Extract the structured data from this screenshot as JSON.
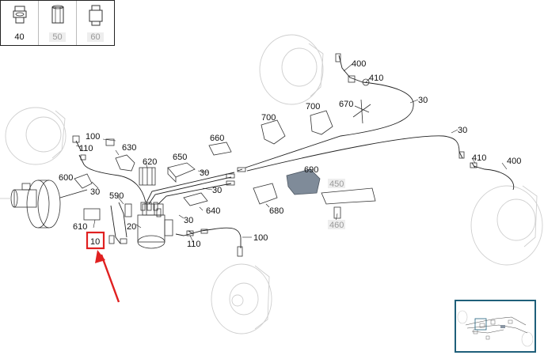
{
  "legend": [
    {
      "label": "40",
      "dim": false,
      "icon": "fitting-icon"
    },
    {
      "label": "50",
      "dim": true,
      "icon": "nut-icon"
    },
    {
      "label": "60",
      "dim": true,
      "icon": "sleeve-icon"
    }
  ],
  "callouts": {
    "c400a": "400",
    "c410a": "410",
    "c30a": "30",
    "c700a": "700",
    "c700b": "700",
    "c670": "670",
    "c660": "660",
    "c100a": "100",
    "c110a": "110",
    "c630": "630",
    "c650": "650",
    "c620": "620",
    "c30b": "30",
    "c30c": "30",
    "c690": "690",
    "c30d": "30",
    "c410b": "410",
    "c400b": "400",
    "c600": "600",
    "c30e": "30",
    "c590": "590",
    "c640": "640",
    "c680": "680",
    "c450": "450",
    "c460": "460",
    "c610": "610",
    "c20": "20",
    "c30f": "30",
    "c100b": "100",
    "c110b": "110",
    "c10": "10"
  },
  "highlight": {
    "label": "10",
    "box_color": "#e02020",
    "arrow_color": "#e02020"
  },
  "thumbnail": {
    "border_color": "#1f5f7a"
  }
}
